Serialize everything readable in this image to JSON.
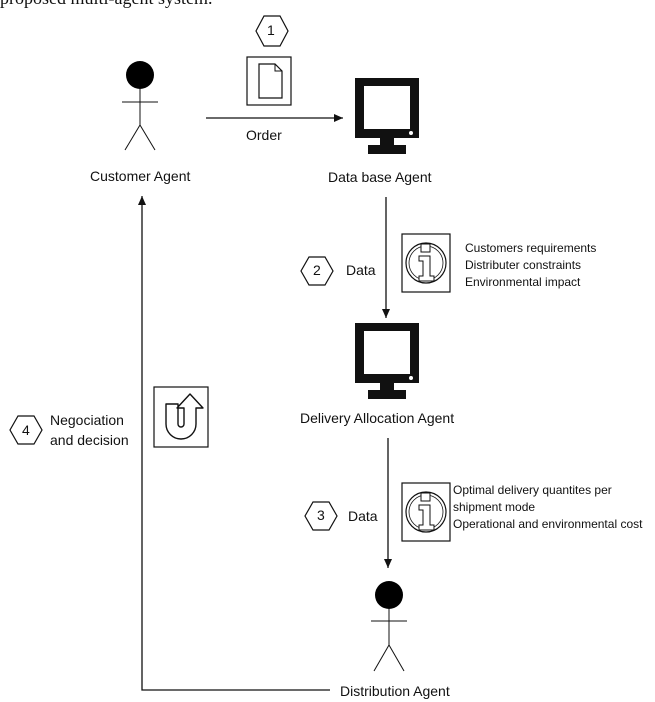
{
  "caption": "proposed multi-agent system.",
  "agents": {
    "customer": "Customer Agent",
    "database": "Data base Agent",
    "delivery": "Delivery Allocation Agent",
    "distribution": "Distribution Agent"
  },
  "steps": [
    {
      "number": "1",
      "label": "Order"
    },
    {
      "number": "2",
      "label": "Data"
    },
    {
      "number": "3",
      "label": "Data"
    },
    {
      "number": "4",
      "label_line1": "Negociation",
      "label_line2": "and decision"
    }
  ],
  "info_notes": {
    "step2": [
      "Customers requirements",
      "Distributer constraints",
      "Environmental impact"
    ],
    "step3": [
      "Optimal delivery quantites per",
      "shipment mode",
      "Operational and environmental cost"
    ]
  },
  "icons": {
    "order": "document-icon",
    "info": "info-icon",
    "feedback": "u-turn-arrow-icon",
    "computer": "computer-monitor-icon",
    "person": "stick-figure-icon"
  }
}
